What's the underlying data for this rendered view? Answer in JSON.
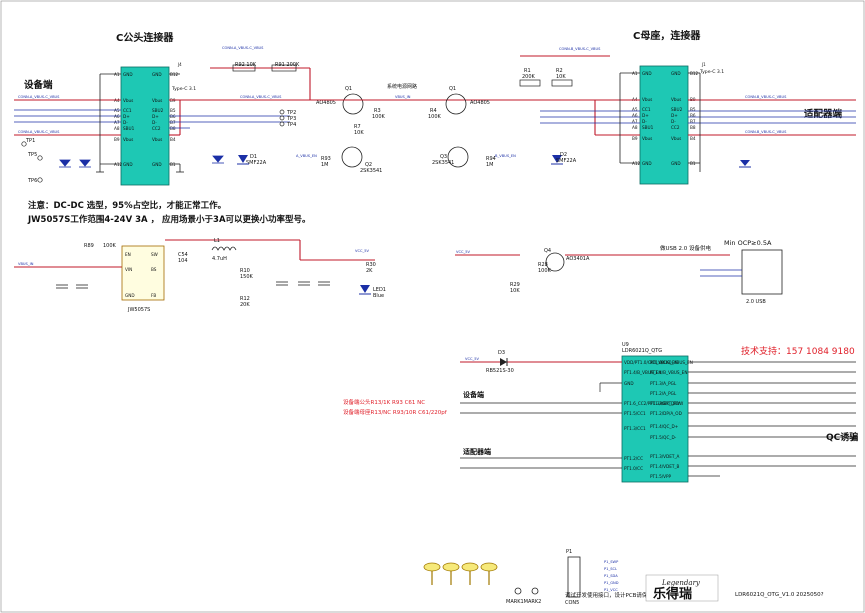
{
  "titles": {
    "c_male": "C公头连接器",
    "c_female": "C母座，连接器",
    "device_side": "设备端",
    "adapter_side": "适配器端",
    "note1": "注意：DC-DC 选型，95%占空比，才能正常工作。",
    "note2": "JW5057S工作范围4-24V 3A ， 应用场景小于3A可以更换小功率型号。",
    "usb_supply": "做USB 2.0 设备供电",
    "ocp": "Min OCP≥0.5A",
    "tech_support": "技术支持：157 1084 9180",
    "qc_decoy": "QC诱骗",
    "device_side2": "设备端",
    "adapter_side2": "适配器端",
    "red_note1": "设备端公头R13/1K R93 C61 NC",
    "red_note2": "设备端母座R13/NC R93/10R C61/220pf",
    "bottom_note": "调试开发使用接口，设计PCB请保留",
    "title_block": "LDR6021Q_OTG_V1.0 2025050?",
    "logo": "乐得瑞",
    "logo_script": "Legendary",
    "mark": "MARK1MARK2"
  },
  "connectors": {
    "left": {
      "ref": "J4",
      "type": "Type-C 3.1",
      "left_pins": [
        "A1",
        "A4",
        "A5",
        "A6",
        "A7",
        "A8",
        "B9",
        "A12"
      ],
      "left_names": [
        "GND",
        "Vbus",
        "CC1",
        "D+",
        "D-",
        "SBU1",
        "Vbus",
        "GND"
      ],
      "right_pins": [
        "B12",
        "B9",
        "B5",
        "B6",
        "B7",
        "B8",
        "B4",
        "B1"
      ],
      "right_names": [
        "GND",
        "Vbus",
        "SBU2",
        "D+",
        "D-",
        "CC2",
        "Vbus",
        "GND"
      ]
    },
    "right": {
      "ref": "J1",
      "type": "Type-C 3.1",
      "left_pins": [
        "A1",
        "A4",
        "A5",
        "A6",
        "A7",
        "A8",
        "B9",
        "A12"
      ],
      "left_names": [
        "GND",
        "Vbus",
        "CC1",
        "D+",
        "D-",
        "SBU1",
        "Vbus",
        "GND"
      ],
      "right_pins": [
        "B12",
        "B9",
        "B5",
        "B6",
        "B7",
        "B8",
        "B4",
        "B1"
      ],
      "right_names": [
        "GND",
        "Vbus",
        "SBU2",
        "D+",
        "D-",
        "CC2",
        "Vbus",
        "GND"
      ]
    }
  },
  "components": {
    "q1": "Q1",
    "q1_part": "AO4805",
    "q2": "Q2",
    "q2_part": "2SK3541",
    "q3": "Q3",
    "q3_part": "2SK3541",
    "q4": "Q4",
    "q4_part": "AO3401A",
    "r91": "R91 200K",
    "r92": "R92 10K",
    "r1": "R1",
    "r1v": "200K",
    "r2": "R2",
    "r2v": "10K",
    "r3": "R3",
    "r3v": "100K",
    "r4": "R4",
    "r4v": "100K",
    "r7": "R7",
    "r7v": "10K",
    "r93": "R93",
    "r93v": "1M",
    "r94": "R94",
    "r94v": "1M",
    "d1": "D1",
    "d1p": "SMF22A",
    "d2": "D2",
    "d2p": "SMF22A",
    "sys_power": "系统电源网路",
    "u_dcdc": "JW5057S",
    "u_dcdc_pins_l": [
      "EN",
      "VIN",
      "GND"
    ],
    "u_dcdc_pins_r": [
      "SW",
      "BS",
      "FB"
    ],
    "l1": "L1",
    "l1v": "4.7uH",
    "r89": "R89",
    "r89v": "100K",
    "r10": "R10",
    "r10v": "150K",
    "r12": "R12",
    "r12v": "20K",
    "r30": "R30",
    "r30v": "2K",
    "led": "LED1",
    "ledc": "Blue",
    "c54": "C54",
    "c54v": "104",
    "u9": "U9",
    "u9p": "LDR6021Q_QTG",
    "d3": "D3",
    "d3p": "RB521S-30",
    "r29": "R29",
    "r29v": "10K",
    "r28": "R28",
    "r28v": "100K",
    "usb": "2.0 USB",
    "p1": "P1",
    "conn": "CON5"
  },
  "u9_pins_left": [
    "VDD/PT1.0/CK0_VBUS_EN",
    "PT1.4/B_VBUS_EN",
    "GND",
    "PT1.6_CC2/PT1.3/KEY_DEV",
    "PT1.5/CC1",
    "PT1.3/CC1",
    "PT1.2/CC",
    "PT1.0/CC"
  ],
  "u9_pins_right": [
    "PT1.0/CK0_VBUS_EN",
    "PT1.4/B_VBUS_EN",
    "PT1.3/A_PGL",
    "PT1.2/A_PGL",
    "PT1.2/BRT_POW",
    "PT1.2/DP/A_OD",
    "PT1.4/QC_D+",
    "PT1.5/QC_D-",
    "PT1.3/VDET_A",
    "PT1.4/VDET_B",
    "PT1.5/VPP"
  ],
  "nets": {
    "vbus_in": "VBUS_IN",
    "vcc5v": "VCC_5V",
    "conn_a_vbus_c": "CONN-A_VBUS-C_VBUS",
    "conn_b_vbus": "CONN-B_VBUS-C_VBUS",
    "a_vbus_en": "A_VBUS_EN",
    "b_vbus_en": "B_VBUS_EN"
  },
  "test_points": [
    "TP1",
    "TP5",
    "TP6",
    "TP2",
    "TP3",
    "TP4"
  ],
  "debug_port": [
    "P1_SWP",
    "P1_SCL",
    "P1_SDA",
    "P1_GND",
    "P1_VCC"
  ]
}
